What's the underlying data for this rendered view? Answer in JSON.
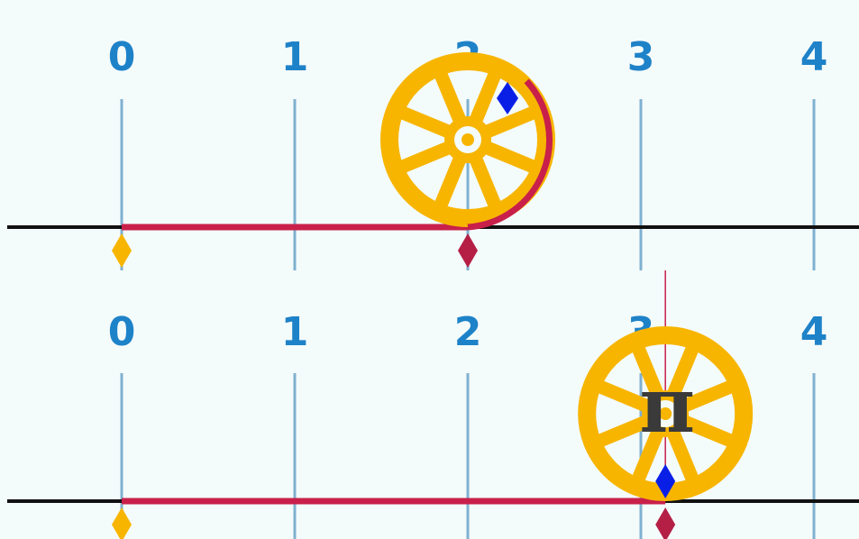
{
  "colors": {
    "background": "#f4fbfb",
    "number_label": "#1e82c8",
    "tick_line": "#7fb1d1",
    "baseline": "#111111",
    "path": "#c8204a",
    "wheel": "#f7b500",
    "start_marker": "#f7b500",
    "end_marker": "#b51f46",
    "point_marker": "#0a1fe6",
    "pi_text": "#3a3a3a"
  },
  "tick_labels": [
    "0",
    "1",
    "2",
    "3",
    "4"
  ],
  "pi_symbol": "π",
  "panels": [
    {
      "wheel_center_value": 2,
      "distance_rolled": 2,
      "shows_pi": false
    },
    {
      "wheel_center_value": 3.14159,
      "distance_rolled": 3.14159,
      "shows_pi": true
    }
  ]
}
